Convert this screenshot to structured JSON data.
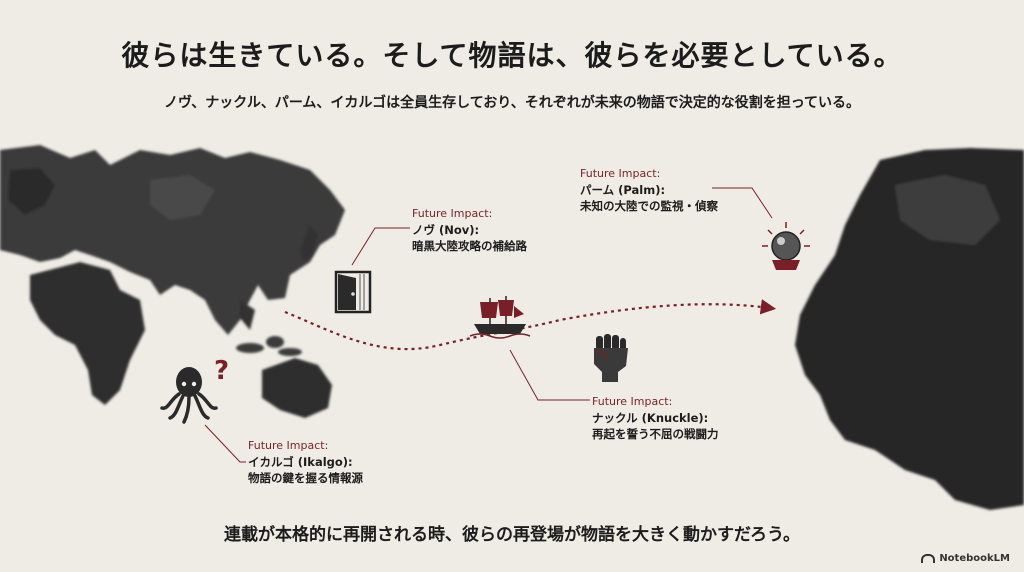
{
  "title": "彼らは生きている。そして物語は、彼らを必要としている。",
  "subtitle": "ノヴ、ナックル、パーム、イカルゴは全員生存しており、それぞれが未来の物語で決定的な役割を担っている。",
  "footer": "連載が本格的に再開される時、彼らの再登場が物語を大きく動かすだろう。",
  "brand": "NotebookLM",
  "colors": {
    "accent": "#7a1f27",
    "ink": "#1c1c1c",
    "paper": "#efece5"
  },
  "characters": [
    {
      "id": "nov",
      "label": "Future Impact:",
      "name": "ノヴ (Nov):",
      "desc": "暗黒大陸攻略の補給路",
      "icon": "door-icon"
    },
    {
      "id": "palm",
      "label": "Future Impact:",
      "name": "パーム (Palm):",
      "desc": "未知の大陸での監視・偵察",
      "icon": "crystal-ball-icon"
    },
    {
      "id": "knuckle",
      "label": "Future Impact:",
      "name": "ナックル (Knuckle):",
      "desc": "再起を誓う不屈の戦闘力",
      "icon": "fist-icon"
    },
    {
      "id": "ikalgo",
      "label": "Future Impact:",
      "name": "イカルゴ (Ikalgo):",
      "desc": "物語の鍵を握る情報源",
      "icon": "octopus-icon"
    }
  ],
  "ship_icon": "ship-icon",
  "question_mark": "?"
}
